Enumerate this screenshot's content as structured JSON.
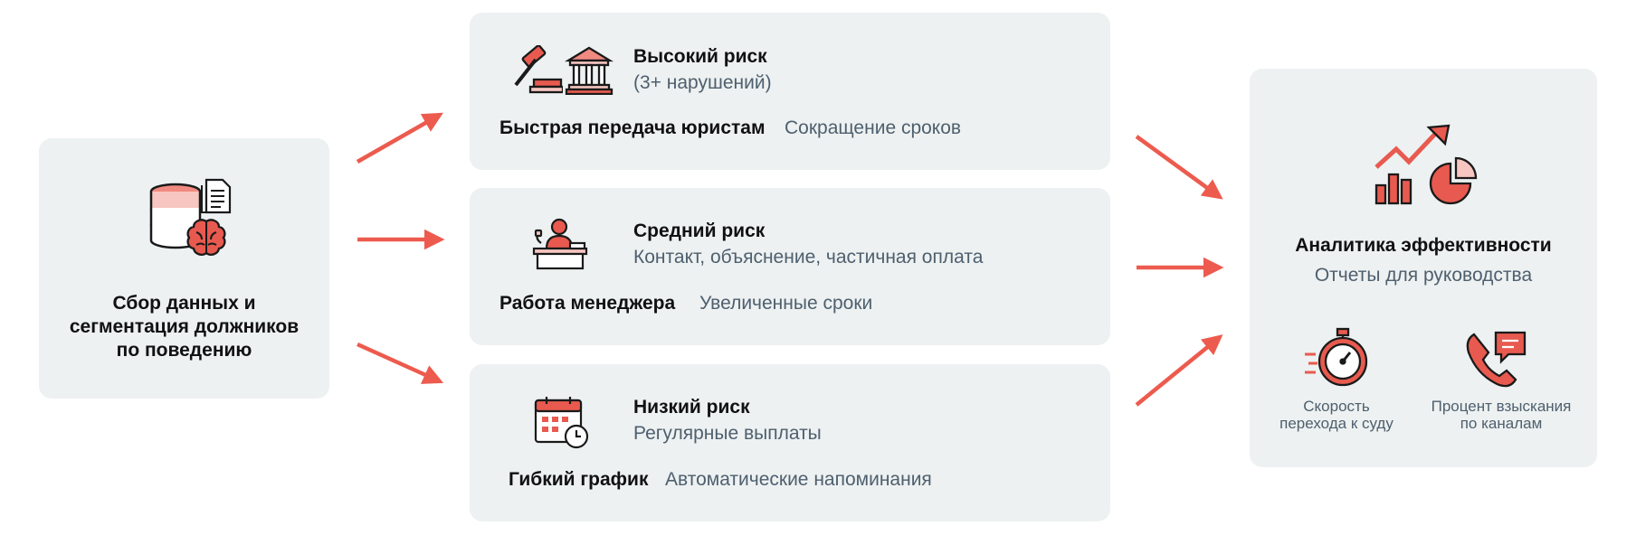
{
  "source": {
    "title_lines": [
      "Сбор данных и",
      "сегментация должников",
      "по поведению"
    ],
    "icons": [
      "database-icon",
      "document-icon",
      "brain-icon"
    ]
  },
  "segments": [
    {
      "risk_title": "Высокий риск",
      "risk_sub": "(3+ нарушений)",
      "action": "Быстрая передача юристам",
      "result": "Сокращение сроков",
      "icons": [
        "gavel-icon",
        "courthouse-icon"
      ]
    },
    {
      "risk_title": "Средний риск",
      "risk_sub": "Контакт, объяснение, частичная оплата",
      "action": "Работа менеджера",
      "result": "Увеличенные сроки",
      "icons": [
        "manager-desk-icon"
      ]
    },
    {
      "risk_title": "Низкий риск",
      "risk_sub": "Регулярные выплаты",
      "action": "Гибкий график",
      "result": "Автоматические напоминания",
      "icons": [
        "calendar-clock-icon"
      ]
    }
  ],
  "analytics": {
    "title": "Аналитика эффективности",
    "subtitle": "Отчеты для руководства",
    "icons": [
      "growth-chart-icon",
      "pie-chart-icon"
    ],
    "metrics": [
      {
        "label_lines": [
          "Скорость",
          "перехода к суду"
        ],
        "icon": "stopwatch-icon"
      },
      {
        "label_lines": [
          "Процент взыскания",
          "по каналам"
        ],
        "icon": "phone-chat-icon"
      }
    ]
  },
  "colors": {
    "accent": "#e85a4f",
    "card_bg": "#edf1f1",
    "text_dark": "#111111",
    "text_muted": "#4e5f6e"
  }
}
